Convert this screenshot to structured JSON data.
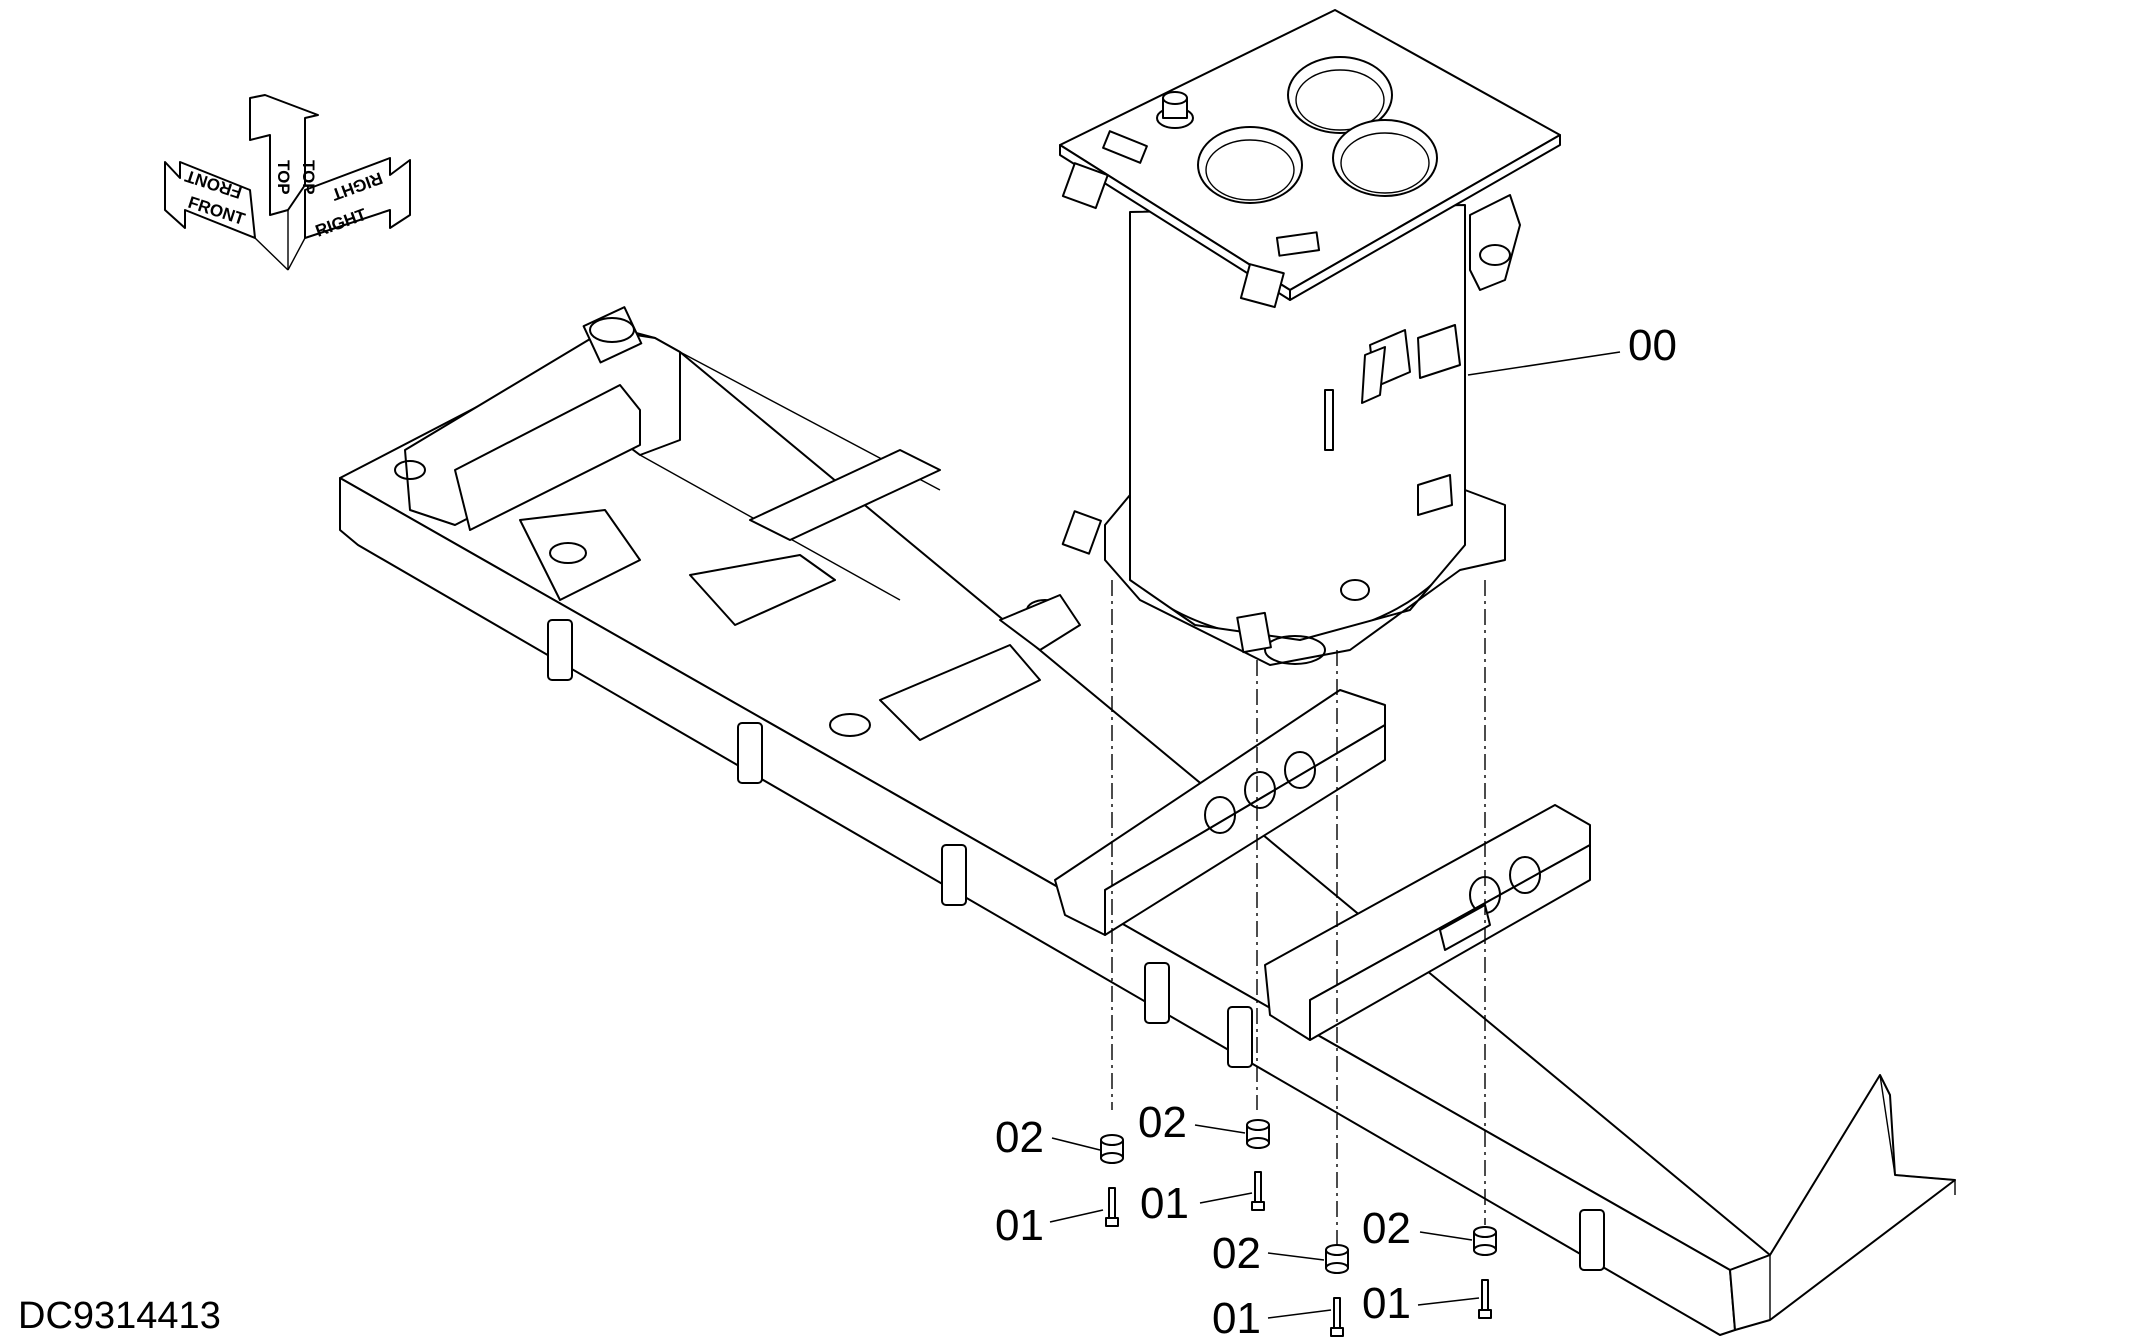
{
  "drawing_id": "DC9314413",
  "orientation": {
    "front": "FRONT",
    "top": "TOP",
    "right": "RIGHT"
  },
  "callouts": [
    {
      "label": "00",
      "part": "tank"
    },
    {
      "label": "02",
      "part": "spacer"
    },
    {
      "label": "02",
      "part": "spacer"
    },
    {
      "label": "01",
      "part": "bolt"
    },
    {
      "label": "01",
      "part": "bolt"
    },
    {
      "label": "02",
      "part": "spacer"
    },
    {
      "label": "02",
      "part": "spacer"
    },
    {
      "label": "01",
      "part": "bolt"
    },
    {
      "label": "01",
      "part": "bolt"
    }
  ]
}
